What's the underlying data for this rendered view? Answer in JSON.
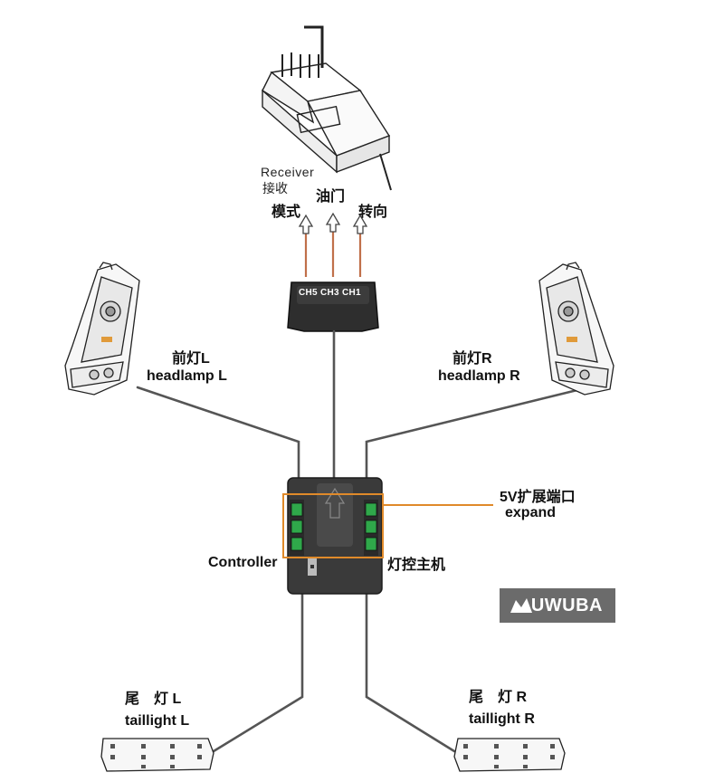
{
  "receiver": {
    "label_en": "Receiver",
    "label_cn": "接收"
  },
  "channels": {
    "left": "模式",
    "center": "油门",
    "right": "转向",
    "box_label": "CH5 CH3 CH1"
  },
  "headlamps": {
    "left": {
      "cn": "前灯L",
      "en": "headlamp L"
    },
    "right": {
      "cn": "前灯R",
      "en": "headlamp R"
    }
  },
  "controller": {
    "en": "Controller",
    "cn": "灯控主机"
  },
  "expand": {
    "cn": "5V扩展端口",
    "en": "expand"
  },
  "taillights": {
    "left": {
      "cn": "尾　灯 L",
      "en": "taillight L"
    },
    "right": {
      "cn": "尾　灯 R",
      "en": "taillight R"
    }
  },
  "brand": {
    "name": "UWUBA"
  },
  "colors": {
    "wire": "#555555",
    "signal_wire": "#c0704a",
    "highlight": "#e08a2a",
    "module": "#3a3a3a",
    "connector": "#2fa84a"
  }
}
